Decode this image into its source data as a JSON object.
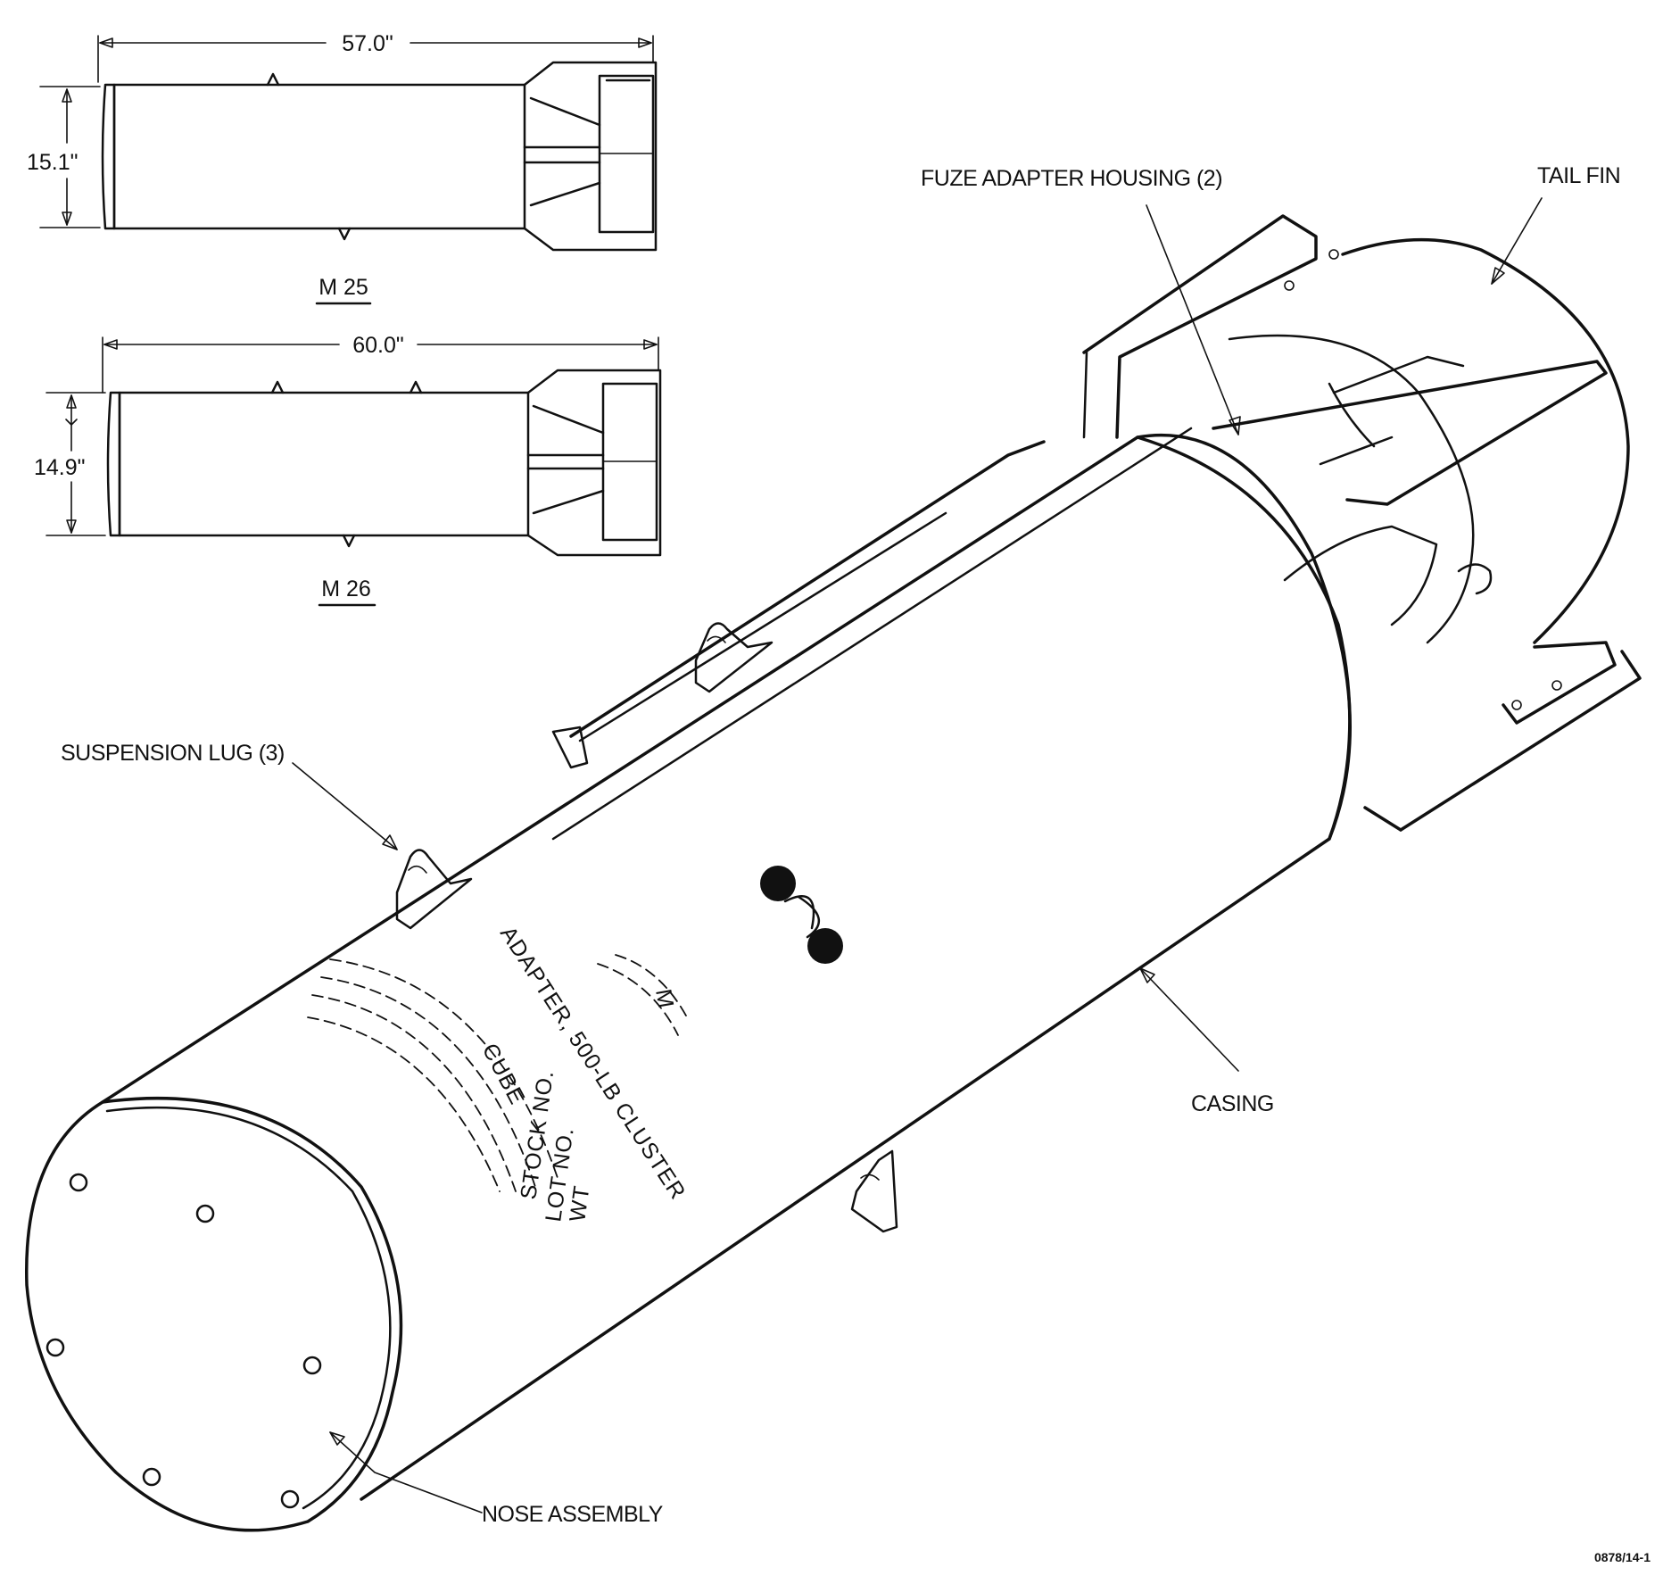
{
  "views": {
    "m25": {
      "model": "M 25",
      "length_label": "57.0\"",
      "diameter_label": "15.1\""
    },
    "m26": {
      "model": "M 26",
      "length_label": "60.0\"",
      "diameter_label": "14.9\""
    }
  },
  "callouts": {
    "fuze_adapter_housing": "FUZE ADAPTER HOUSING (2)",
    "tail_fin": "TAIL FIN",
    "suspension_lug": "SUSPENSION LUG (3)",
    "casing": "CASING",
    "nose_assembly": "NOSE ASSEMBLY"
  },
  "stencil": {
    "adapter_line": "ADAPTER, 500-LB CLUSTER",
    "model_line": "M",
    "cube_line": "CUBE",
    "stock_line": "STOCK NO.",
    "lot_line": "LOT NO.",
    "wt_line": "WT"
  },
  "figure_id": "0878/14-1"
}
